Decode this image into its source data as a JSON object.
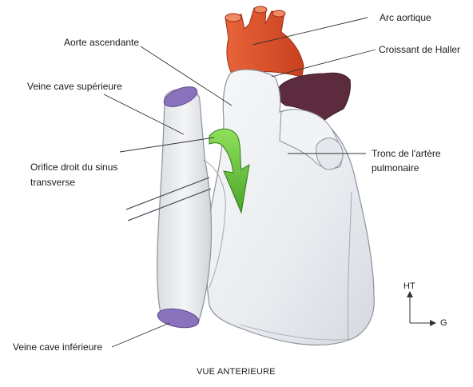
{
  "labels": {
    "arc_aortique": "Arc aortique",
    "aorte_ascendante": "Aorte ascendante",
    "croissant_haller": "Croissant de Haller",
    "veine_cave_sup": "Veine cave supérieure",
    "tronc_line1": "Tronc de l'artère",
    "tronc_line2": "pulmonaire",
    "orifice_line1": "Orifice droit du sinus",
    "orifice_line2": "transverse",
    "veine_cave_inf": "Veine cave inférieure"
  },
  "caption": "VUE ANTERIEURE",
  "orientation": {
    "up": "HT",
    "right": "G"
  },
  "colors": {
    "aorta": "#e2582e",
    "haller": "#5c2c3e",
    "vein_cap": "#8b72bd",
    "arrow": "#6dc83a",
    "heart": "#eceff3",
    "outline": "#8d929a"
  }
}
